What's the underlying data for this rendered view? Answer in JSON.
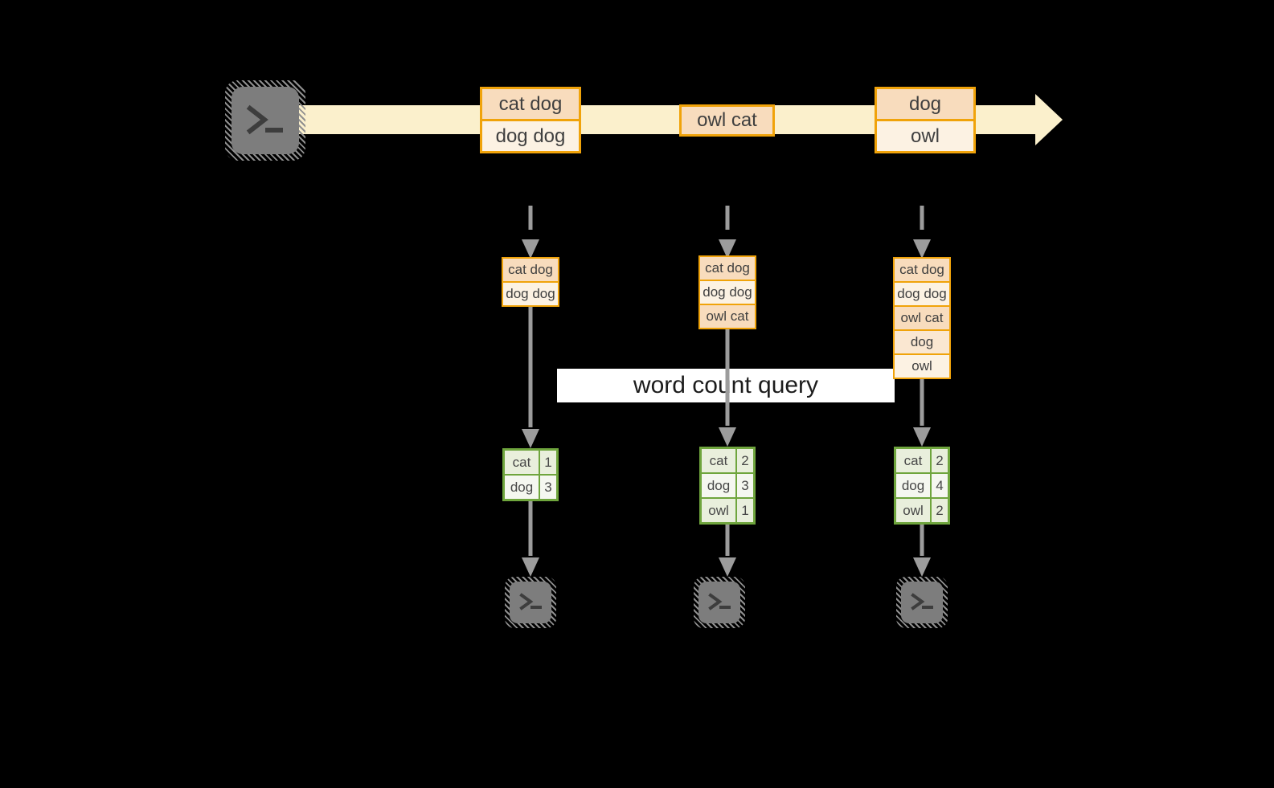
{
  "banner": {
    "label": "word count query"
  },
  "timeline": {
    "batches": [
      {
        "rows": [
          "cat dog",
          "dog dog"
        ]
      },
      {
        "rows": [
          "owl cat"
        ]
      },
      {
        "rows": [
          "dog",
          "owl"
        ]
      }
    ]
  },
  "stacks": [
    {
      "rows": [
        "cat dog",
        "dog dog"
      ]
    },
    {
      "rows": [
        "cat dog",
        "dog dog",
        "owl cat"
      ]
    },
    {
      "rows": [
        "cat dog",
        "dog dog",
        "owl cat",
        "dog",
        "owl"
      ]
    }
  ],
  "tables": [
    {
      "rows": [
        {
          "word": "cat",
          "count": "1"
        },
        {
          "word": "dog",
          "count": "3"
        }
      ]
    },
    {
      "rows": [
        {
          "word": "cat",
          "count": "2"
        },
        {
          "word": "dog",
          "count": "3"
        },
        {
          "word": "owl",
          "count": "1"
        }
      ]
    },
    {
      "rows": [
        {
          "word": "cat",
          "count": "2"
        },
        {
          "word": "dog",
          "count": "4"
        },
        {
          "word": "owl",
          "count": "2"
        }
      ]
    }
  ],
  "icons": {
    "source": "terminal-prompt-icon",
    "sinks": [
      "terminal-prompt-icon",
      "terminal-prompt-icon",
      "terminal-prompt-icon"
    ]
  },
  "colors": {
    "background": "#000000",
    "stream_band": "#FBF0CC",
    "orange_border": "#F0A30A",
    "peach_fill": "#F8DCBD",
    "cream_fill": "#FCF2E3",
    "green_border": "#6FA53D",
    "green_fill_light": "#E9EFDC",
    "green_fill_white": "#F5F7F0",
    "arrow_gray": "#9C9C9C",
    "terminal_gray": "#7D7D7D"
  }
}
